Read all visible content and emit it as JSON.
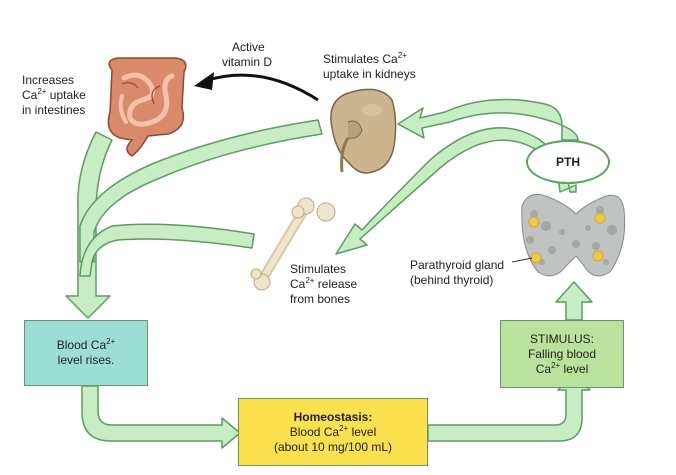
{
  "labels": {
    "intestines": {
      "line1": "Increases",
      "line2_pre": "Ca",
      "line2_sup": "2+",
      "line2_post": " uptake",
      "line3": "in intestines"
    },
    "vitamin": {
      "line1": "Active",
      "line2": "vitamin D"
    },
    "kidneys": {
      "line1_pre": "Stimulates Ca",
      "line1_sup": "2+",
      "line2": "uptake in kidneys"
    },
    "bones": {
      "line1": "Stimulates",
      "line2_pre": "Ca",
      "line2_sup": "2+",
      "line2_post": " release",
      "line3": "from bones"
    },
    "gland": {
      "line1": "Parathyroid gland",
      "line2": "(behind thyroid)"
    }
  },
  "pth": "PTH",
  "blood_box": {
    "line1_pre": "Blood Ca",
    "line1_sup": "2+",
    "line2": "level rises."
  },
  "homeostasis_box": {
    "title": "Homeostasis:",
    "line2_pre": "Blood Ca",
    "line2_sup": "2+",
    "line2_post": " level",
    "line3": "(about 10 mg/100 mL)"
  },
  "stimulus_box": {
    "line1": "STIMULUS:",
    "line2": "Falling blood",
    "line3_pre": "Ca",
    "line3_sup": "2+",
    "line3_post": " level"
  },
  "colors": {
    "arrow_fill": "#c8ecc4",
    "arrow_stroke": "#5d9c63",
    "blood_box": "#9bded3",
    "homeostasis_box": "#fbe04f",
    "stimulus_box": "#b9e39c"
  }
}
